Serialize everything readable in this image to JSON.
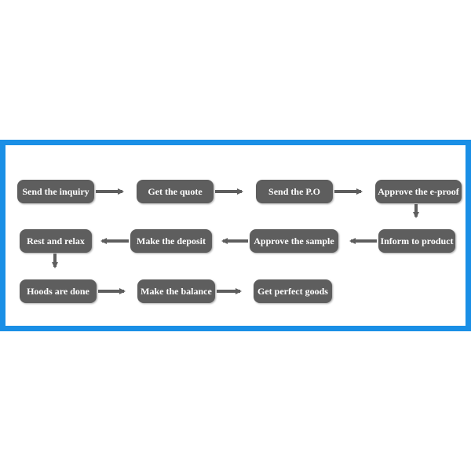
{
  "colors": {
    "frame": "#1a8fe6",
    "box": "#5e5e5e",
    "box_text": "#ffffff",
    "arrow": "#5e5e5e"
  },
  "steps": [
    "Send the inquiry",
    "Get the quote",
    "Send the P.O",
    "Approve the e-proof",
    "Inform to product",
    "Approve the sample",
    "Make the deposit",
    "Rest and relax",
    "Hoods are done",
    "Make the balance",
    "Get perfect goods"
  ]
}
